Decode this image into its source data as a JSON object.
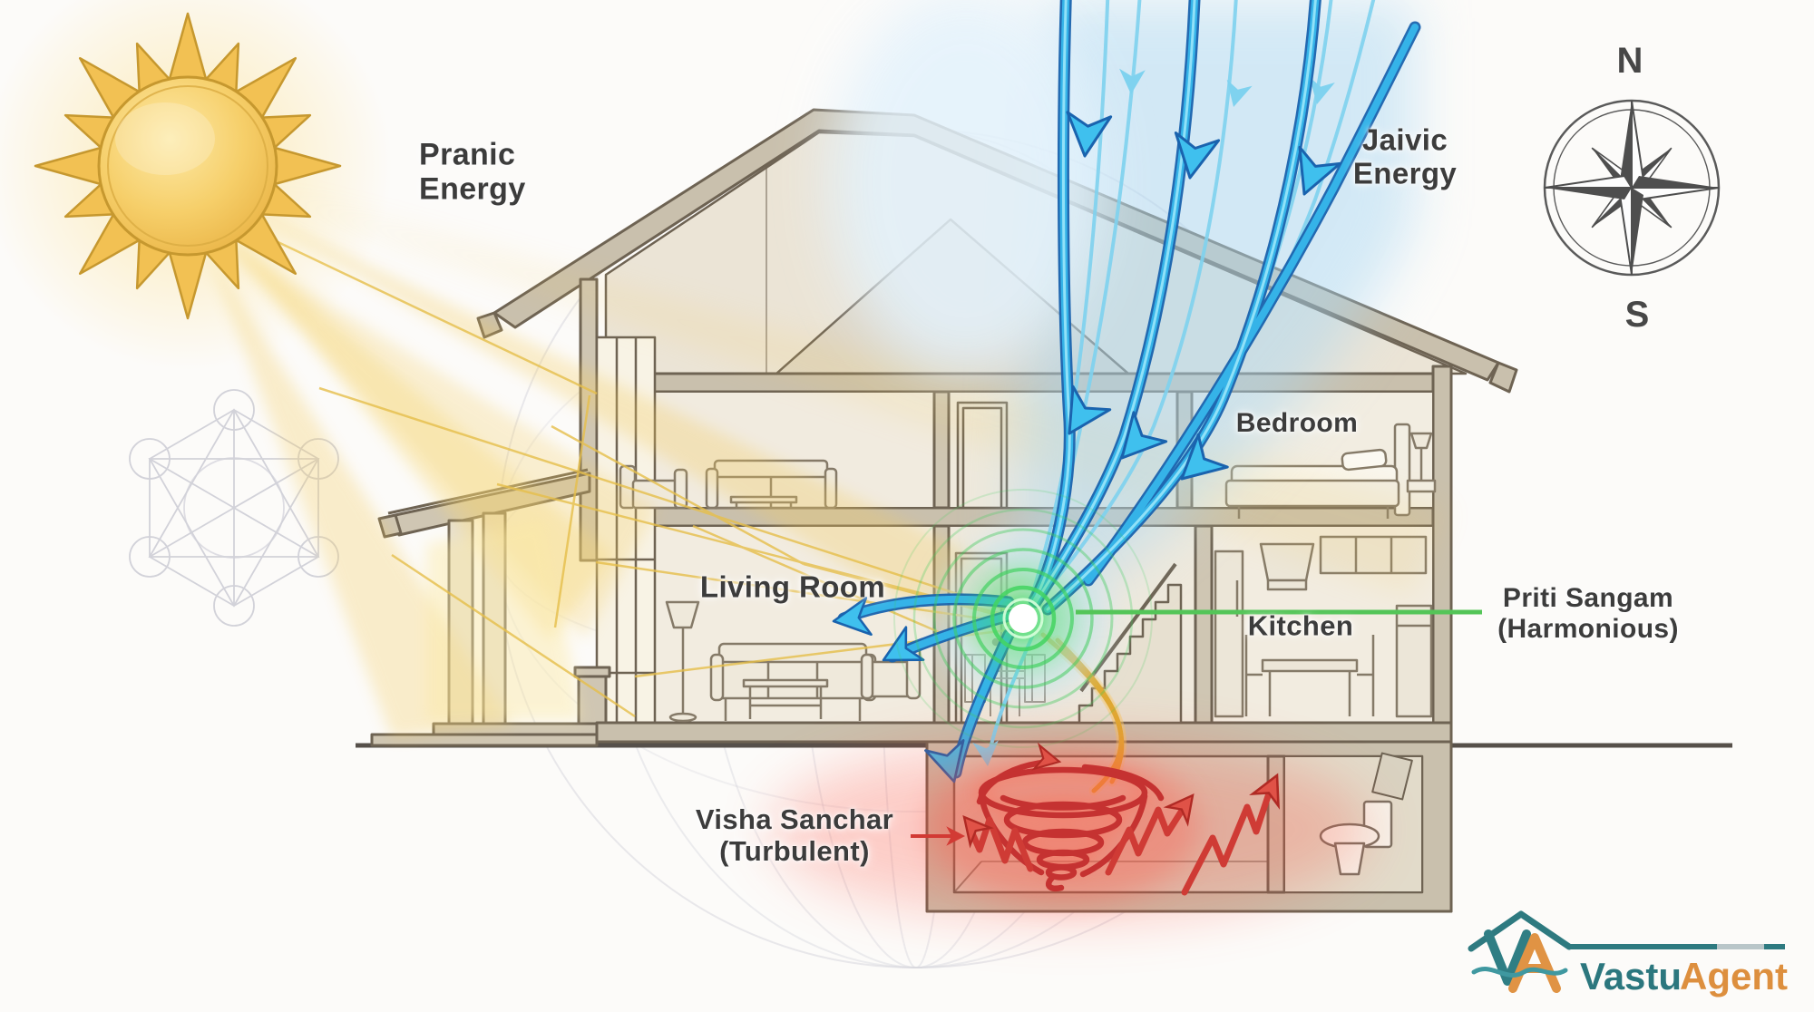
{
  "labels": {
    "pranic_energy": {
      "line1": "Pranic",
      "line2": "Energy"
    },
    "jaivic_energy": {
      "line1": "Jaivic",
      "line2": "Energy"
    },
    "bedroom": "Bedroom",
    "living_room": "Living Room",
    "kitchen": "Kitchen",
    "priti_sangam": {
      "name": "Priti Sangam",
      "qualifier": "(Harmonious)"
    },
    "visha_sanchar": {
      "name": "Visha Sanchar",
      "qualifier": "(Turbulent)"
    }
  },
  "compass": {
    "north": "N",
    "south": "S"
  },
  "logo": {
    "word1": "Vastu",
    "word2": "Agent"
  },
  "colors": {
    "pranic_gold": "#e6bf4b",
    "jaivic_blue": "#2fa8e6",
    "jaivic_blue_dark": "#1a63ae",
    "harmonious_green": "#3ecb5b",
    "turbulent_red": "#cf3b35",
    "house_line": "#6e6353",
    "house_wall": "#c9c0ad",
    "label_text": "#3c3c3c",
    "logo_teal": "#2e7a80",
    "logo_orange": "#e0953f"
  },
  "icons": {
    "sun": "sun-icon",
    "compass_rose": "compass-rose-icon",
    "green_vortex": "harmonious-energy-point-icon",
    "red_tornado": "turbulent-vortex-icon",
    "metatron_cube": "metatron-cube-icon",
    "sphere_grid": "sphere-grid-icon",
    "logo_mark": "vastu-agent-logo-icon"
  }
}
